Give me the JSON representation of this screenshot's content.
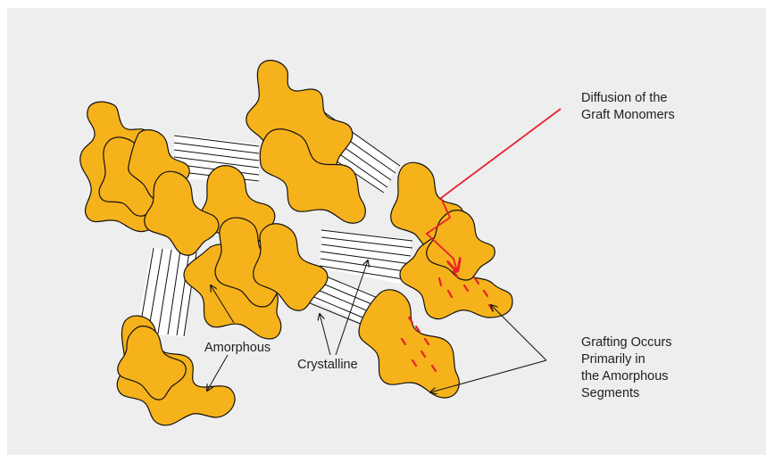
{
  "labels": {
    "diffusion_line1": "Diffusion of the",
    "diffusion_line2": "Graft Monomers",
    "amorphous": "Amorphous",
    "crystalline": "Crystalline",
    "grafting_line1": "Grafting Occurs",
    "grafting_line2": "Primarily in",
    "grafting_line3": "the Amorphous",
    "grafting_line4": "Segments"
  },
  "colors": {
    "background": "#eeeeee",
    "amorphous_fill": "#f6b21a",
    "crystalline_fill": "#ffffff",
    "outline": "#111111",
    "graft_indicator": "#e8202a"
  }
}
